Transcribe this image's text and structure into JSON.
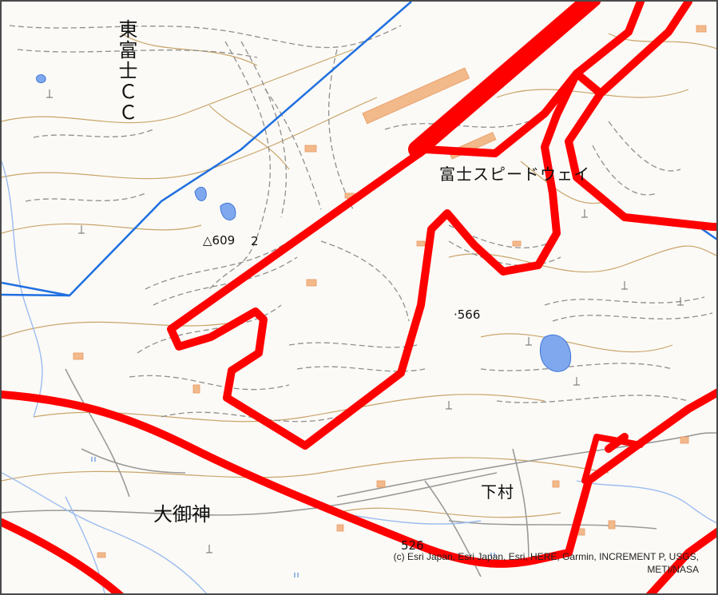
{
  "map": {
    "labels": {
      "golf_course": "東富士ＣＣ",
      "circuit": "富士スピードウェイ",
      "village_ogami": "大御神",
      "village_shimo": "下村",
      "peak_609": "△609",
      "spot_566": "·566",
      "num_2": "2",
      "spot_526": "526"
    },
    "attribution": "(c) Esri Japan, Esri Japan, Esri, HERE, Garmin, INCREMENT P, USGS, METI/NASA",
    "colors": {
      "background": "#fbfaf6",
      "highlight_route": "#ff0000",
      "boundary_line": "#1f6fe0",
      "water": "#7fa8ef",
      "contour": "#c9a46a",
      "road_dashed": "#8f8f8f",
      "building": "#f2b98a",
      "frame": "#4a4a4a"
    },
    "icons": [
      "triangulation-point-icon",
      "spot-elevation-icon",
      "wasteland-symbol-icon",
      "field-symbol-icon"
    ]
  }
}
